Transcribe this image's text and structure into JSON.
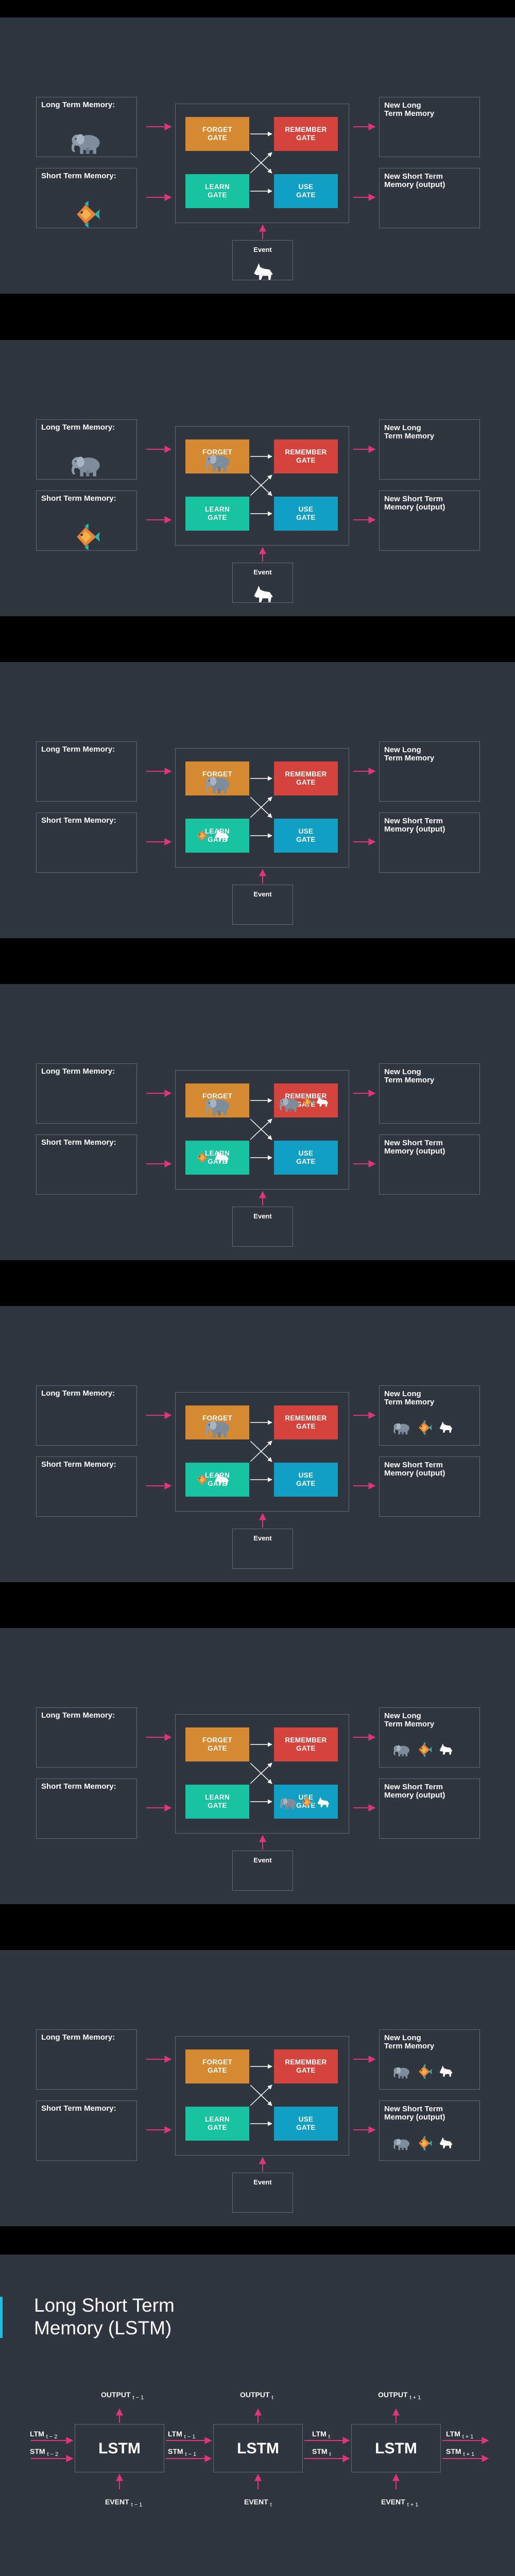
{
  "labels": {
    "ltm": "Long Term Memory:",
    "stm": "Short Term Memory:",
    "new_ltm": "New Long\nTerm Memory",
    "new_stm": "New Short Term\nMemory (output)",
    "event": "Event"
  },
  "gates": {
    "forget": "FORGET\nGATE",
    "remember": "REMEMBER\nGATE",
    "learn": "LEARN\nGATE",
    "use": "USE\nGATE"
  },
  "icons": {
    "elephant": "elephant-icon",
    "fish": "fish-icon",
    "wolf": "wolf-icon"
  },
  "colors": {
    "background": "#2f3640",
    "forget": "#d58a32",
    "remember": "#d4433c",
    "learn": "#17c3a0",
    "use": "#119fc4",
    "arrow": "#e2347b",
    "accent": "#1cc0e0"
  },
  "lstm": {
    "title": "Long Short Term\nMemory (LSTM)",
    "cell_label": "LSTM",
    "outputs": [
      "OUTPUT",
      "OUTPUT",
      "OUTPUT"
    ],
    "output_subs": [
      "t − 1",
      "t",
      "t + 1"
    ],
    "events": [
      "EVENT",
      "EVENT",
      "EVENT"
    ],
    "event_subs": [
      "t − 1",
      "t",
      "t + 1"
    ],
    "ltm_word": "LTM",
    "stm_word": "STM",
    "ltm_subs": [
      "t − 2",
      "t − 1",
      "t",
      "t + 1"
    ],
    "stm_subs": [
      "t − 2",
      "t − 1",
      "t",
      "t + 1"
    ]
  }
}
